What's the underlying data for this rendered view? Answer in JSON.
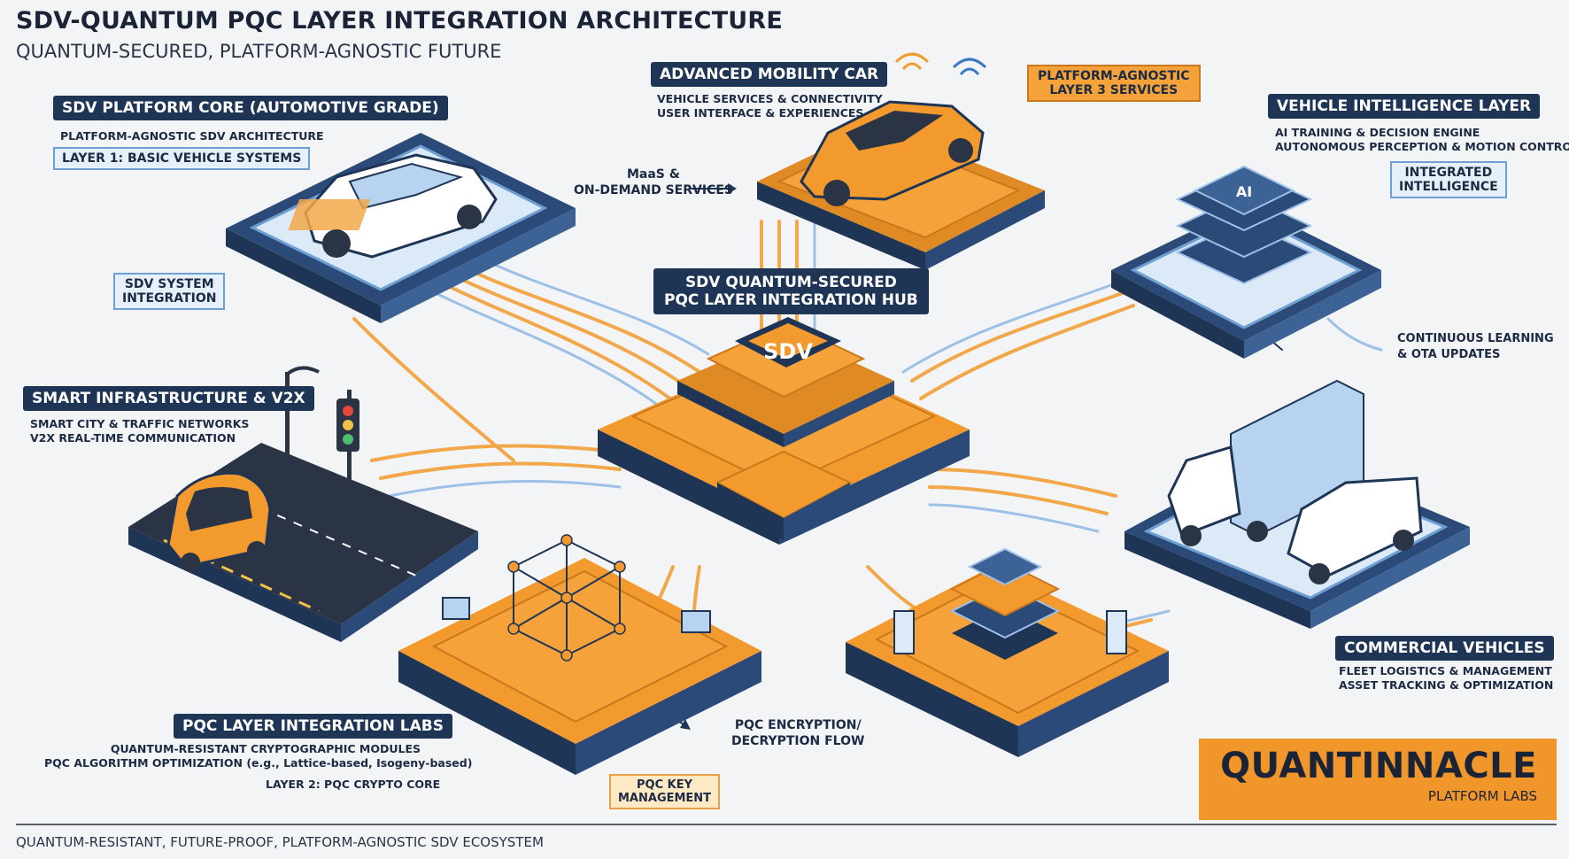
{
  "header": {
    "title": "SDV-QUANTUM PQC LAYER INTEGRATION ARCHITECTURE",
    "subtitle": "QUANTUM-SECURED, PLATFORM-AGNOSTIC FUTURE"
  },
  "hub": {
    "title_lines": [
      "SDV QUANTUM-SECURED",
      "PQC LAYER INTEGRATION HUB"
    ],
    "chip_label": "SDV"
  },
  "sdv_core": {
    "title": "SDV PLATFORM CORE (AUTOMOTIVE GRADE)",
    "desc": "PLATFORM-AGNOSTIC SDV ARCHITECTURE",
    "layer": "LAYER 1: BASIC VEHICLE SYSTEMS",
    "integration_lines": [
      "SDV SYSTEM",
      "INTEGRATION"
    ]
  },
  "mobility": {
    "title": "ADVANCED MOBILITY CAR",
    "desc_lines": [
      "VEHICLE SERVICES & CONNECTIVITY",
      "USER INTERFACE & EXPERIENCES"
    ],
    "maas_lines": [
      "MaaS &",
      "ON-DEMAND SERVICES"
    ],
    "layer3_lines": [
      "PLATFORM-AGNOSTIC",
      "LAYER 3 SERVICES"
    ]
  },
  "intelligence": {
    "title": "VEHICLE INTELLIGENCE LAYER",
    "desc_lines": [
      "AI TRAINING & DECISION ENGINE",
      "AUTONOMOUS PERCEPTION & MOTION CONTROL"
    ],
    "integrated_lines": [
      "INTEGRATED",
      "INTELLIGENCE"
    ],
    "ota_lines": [
      "CONTINUOUS LEARNING",
      "& OTA UPDATES"
    ],
    "chip_label": "AI"
  },
  "infrastructure": {
    "title": "SMART INFRASTRUCTURE & V2X",
    "desc_lines": [
      "SMART CITY & TRAFFIC NETWORKS",
      "V2X REAL-TIME COMMUNICATION"
    ]
  },
  "commercial": {
    "title": "COMMERCIAL VEHICLES",
    "desc_lines": [
      "FLEET LOGISTICS & MANAGEMENT",
      "ASSET TRACKING & OPTIMIZATION"
    ]
  },
  "labs": {
    "title": "PQC LAYER INTEGRATION LABS",
    "desc_lines": [
      "QUANTUM-RESISTANT CRYPTOGRAPHIC MODULES",
      "PQC ALGORITHM OPTIMIZATION (e.g., Lattice-based, Isogeny-based)"
    ],
    "layer": "LAYER 2: PQC CRYPTO CORE",
    "encryption_lines": [
      "PQC ENCRYPTION/",
      "DECRYPTION FLOW"
    ],
    "key_lines": [
      "PQC KEY",
      "MANAGEMENT"
    ]
  },
  "brand": {
    "name": "QUANTINNACLE",
    "sub": "PLATFORM LABS"
  },
  "footer": "QUANTUM-RESISTANT, FUTURE-PROOF, PLATFORM-AGNOSTIC SDV ECOSYSTEM",
  "colors": {
    "navy": "#1f3556",
    "orange": "#f39a2f",
    "light_blue": "#e6f0fb",
    "background": "#f3f4f6"
  }
}
